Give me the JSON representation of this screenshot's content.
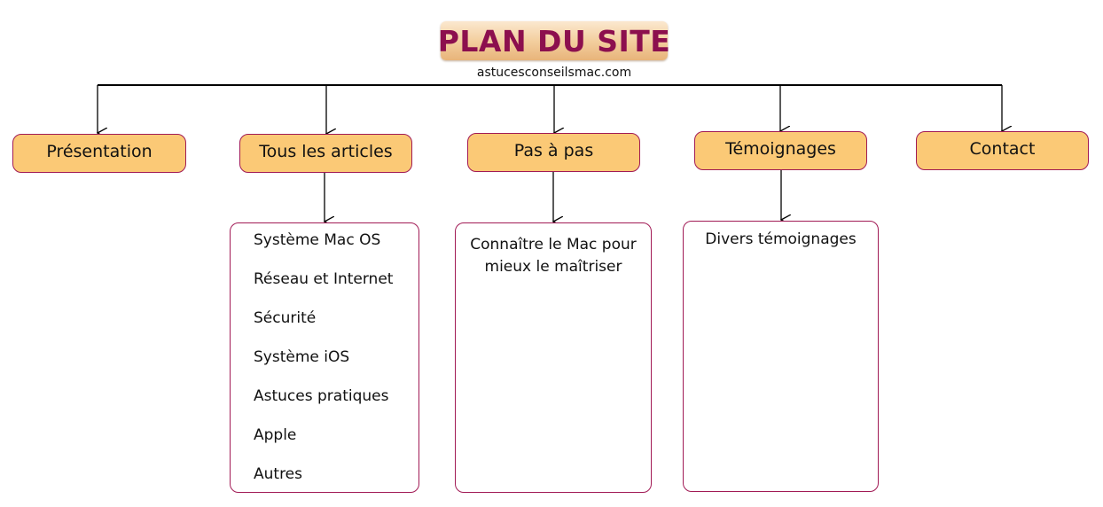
{
  "header": {
    "title": "PLAN DU SITE",
    "subtitle": "astucesconseilsmac.com"
  },
  "nav": [
    {
      "label": "Présentation"
    },
    {
      "label": "Tous les articles"
    },
    {
      "label": "Pas à pas"
    },
    {
      "label": "Témoignages"
    },
    {
      "label": "Contact"
    }
  ],
  "articles": {
    "items": [
      "Système Mac OS",
      "Réseau et Internet",
      "Sécurité",
      "Système iOS",
      "Astuces pratiques",
      "Apple",
      "Autres"
    ]
  },
  "pas_a_pas": {
    "text": "Connaître le Mac pour mieux le maîtriser"
  },
  "temoignages": {
    "text": "Divers témoignages"
  },
  "colors": {
    "title_text": "#8c0f4e",
    "box_fill": "#fbc976",
    "box_border": "#a11a55"
  }
}
